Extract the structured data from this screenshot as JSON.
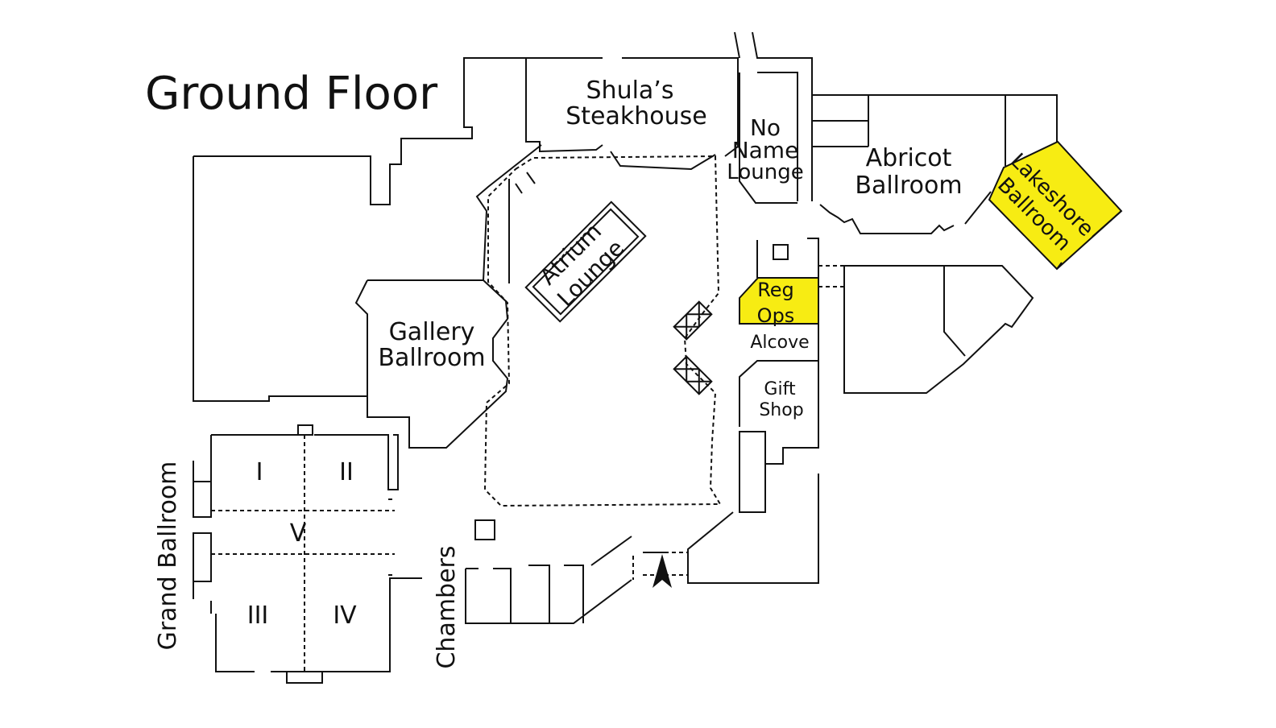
{
  "title": "Ground Floor",
  "highlight_color": "#f7ec13",
  "rooms": {
    "shulas": [
      "Shula’s",
      "Steakhouse"
    ],
    "no_name": [
      "No",
      "Name",
      "Lounge"
    ],
    "abricot": [
      "Abricot",
      "Ballroom"
    ],
    "lakeshore": [
      "Lakeshore",
      "Ballroom"
    ],
    "atrium": [
      "Atrium",
      "Lounge"
    ],
    "gallery": [
      "Gallery",
      "Ballroom"
    ],
    "reg_ops": [
      "Reg",
      "Ops"
    ],
    "alcove": "Alcove",
    "gift_shop": [
      "Gift",
      "Shop"
    ],
    "grand_ballroom": "Grand Ballroom",
    "chambers": "Chambers",
    "sections": [
      "I",
      "II",
      "III",
      "IV",
      "V"
    ]
  },
  "icons": {
    "north_arrow": "north-arrow-icon",
    "stairs": "stairs-icon"
  }
}
